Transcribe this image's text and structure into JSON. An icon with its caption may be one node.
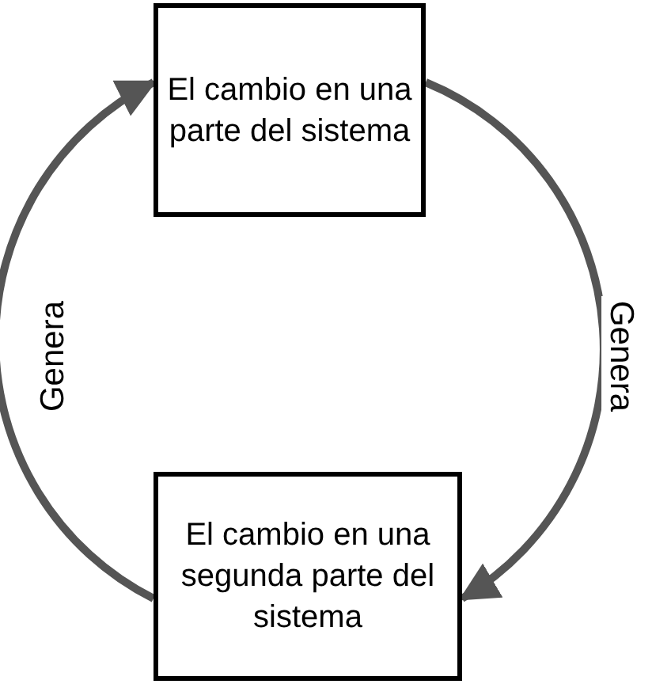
{
  "diagram": {
    "nodes": [
      {
        "text": [
          "El cambio en una parte del sistema"
        ]
      },
      {
        "text": [
          "El cambio en una segunda parte del sistema"
        ]
      }
    ],
    "edges": [
      {
        "from": 0,
        "to": 1,
        "arrow": "to",
        "label": "Genera",
        "color": "#555555"
      },
      {
        "from": 1,
        "to": 0,
        "arrow": "to",
        "label": "Genera",
        "color": "#555555"
      }
    ]
  }
}
